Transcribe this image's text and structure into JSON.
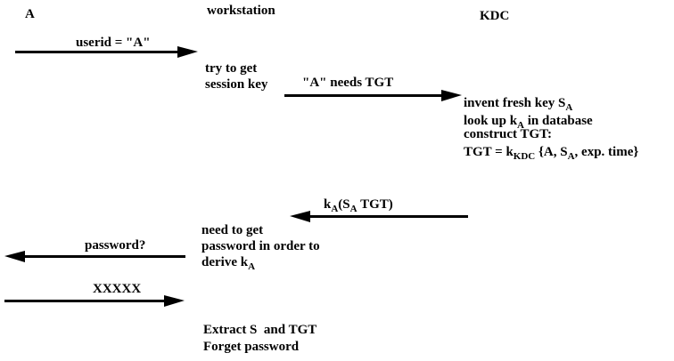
{
  "colors": {
    "ink": "#000000",
    "background": "#ffffff"
  },
  "actors": {
    "a": "A",
    "workstation": "workstation",
    "kdc": "KDC"
  },
  "messages": {
    "userid": {
      "label": "userid = \"A\""
    },
    "needs_tgt": {
      "label": "\"A\" needs TGT"
    },
    "tgt_reply": {
      "pre": "k",
      "sub1": "A",
      "mid": "(S",
      "sub2": "A",
      "post": " TGT)"
    },
    "password_request": {
      "label": "password?"
    },
    "password_reply": {
      "label": "XXXXX"
    }
  },
  "notes": {
    "workstation_try": {
      "line1": "try to get",
      "line2": "session key"
    },
    "kdc_process": {
      "line1_pre": "invent fresh key S",
      "line1_sub": "A",
      "line2_pre": "look up k",
      "line2_sub": "A",
      "line2_post": " in database",
      "line3": "construct TGT:",
      "line4_pre": "TGT = k",
      "line4_sub1": "KDC",
      "line4_mid": " {A, S",
      "line4_sub2": "A",
      "line4_post": ", exp. time}"
    },
    "workstation_need": {
      "line1": "need to get",
      "line2": "password in order to",
      "line3_pre": "derive k",
      "line3_sub": "A"
    },
    "workstation_extract": {
      "line1": "Extract S  and TGT",
      "line2": "Forget password"
    }
  }
}
